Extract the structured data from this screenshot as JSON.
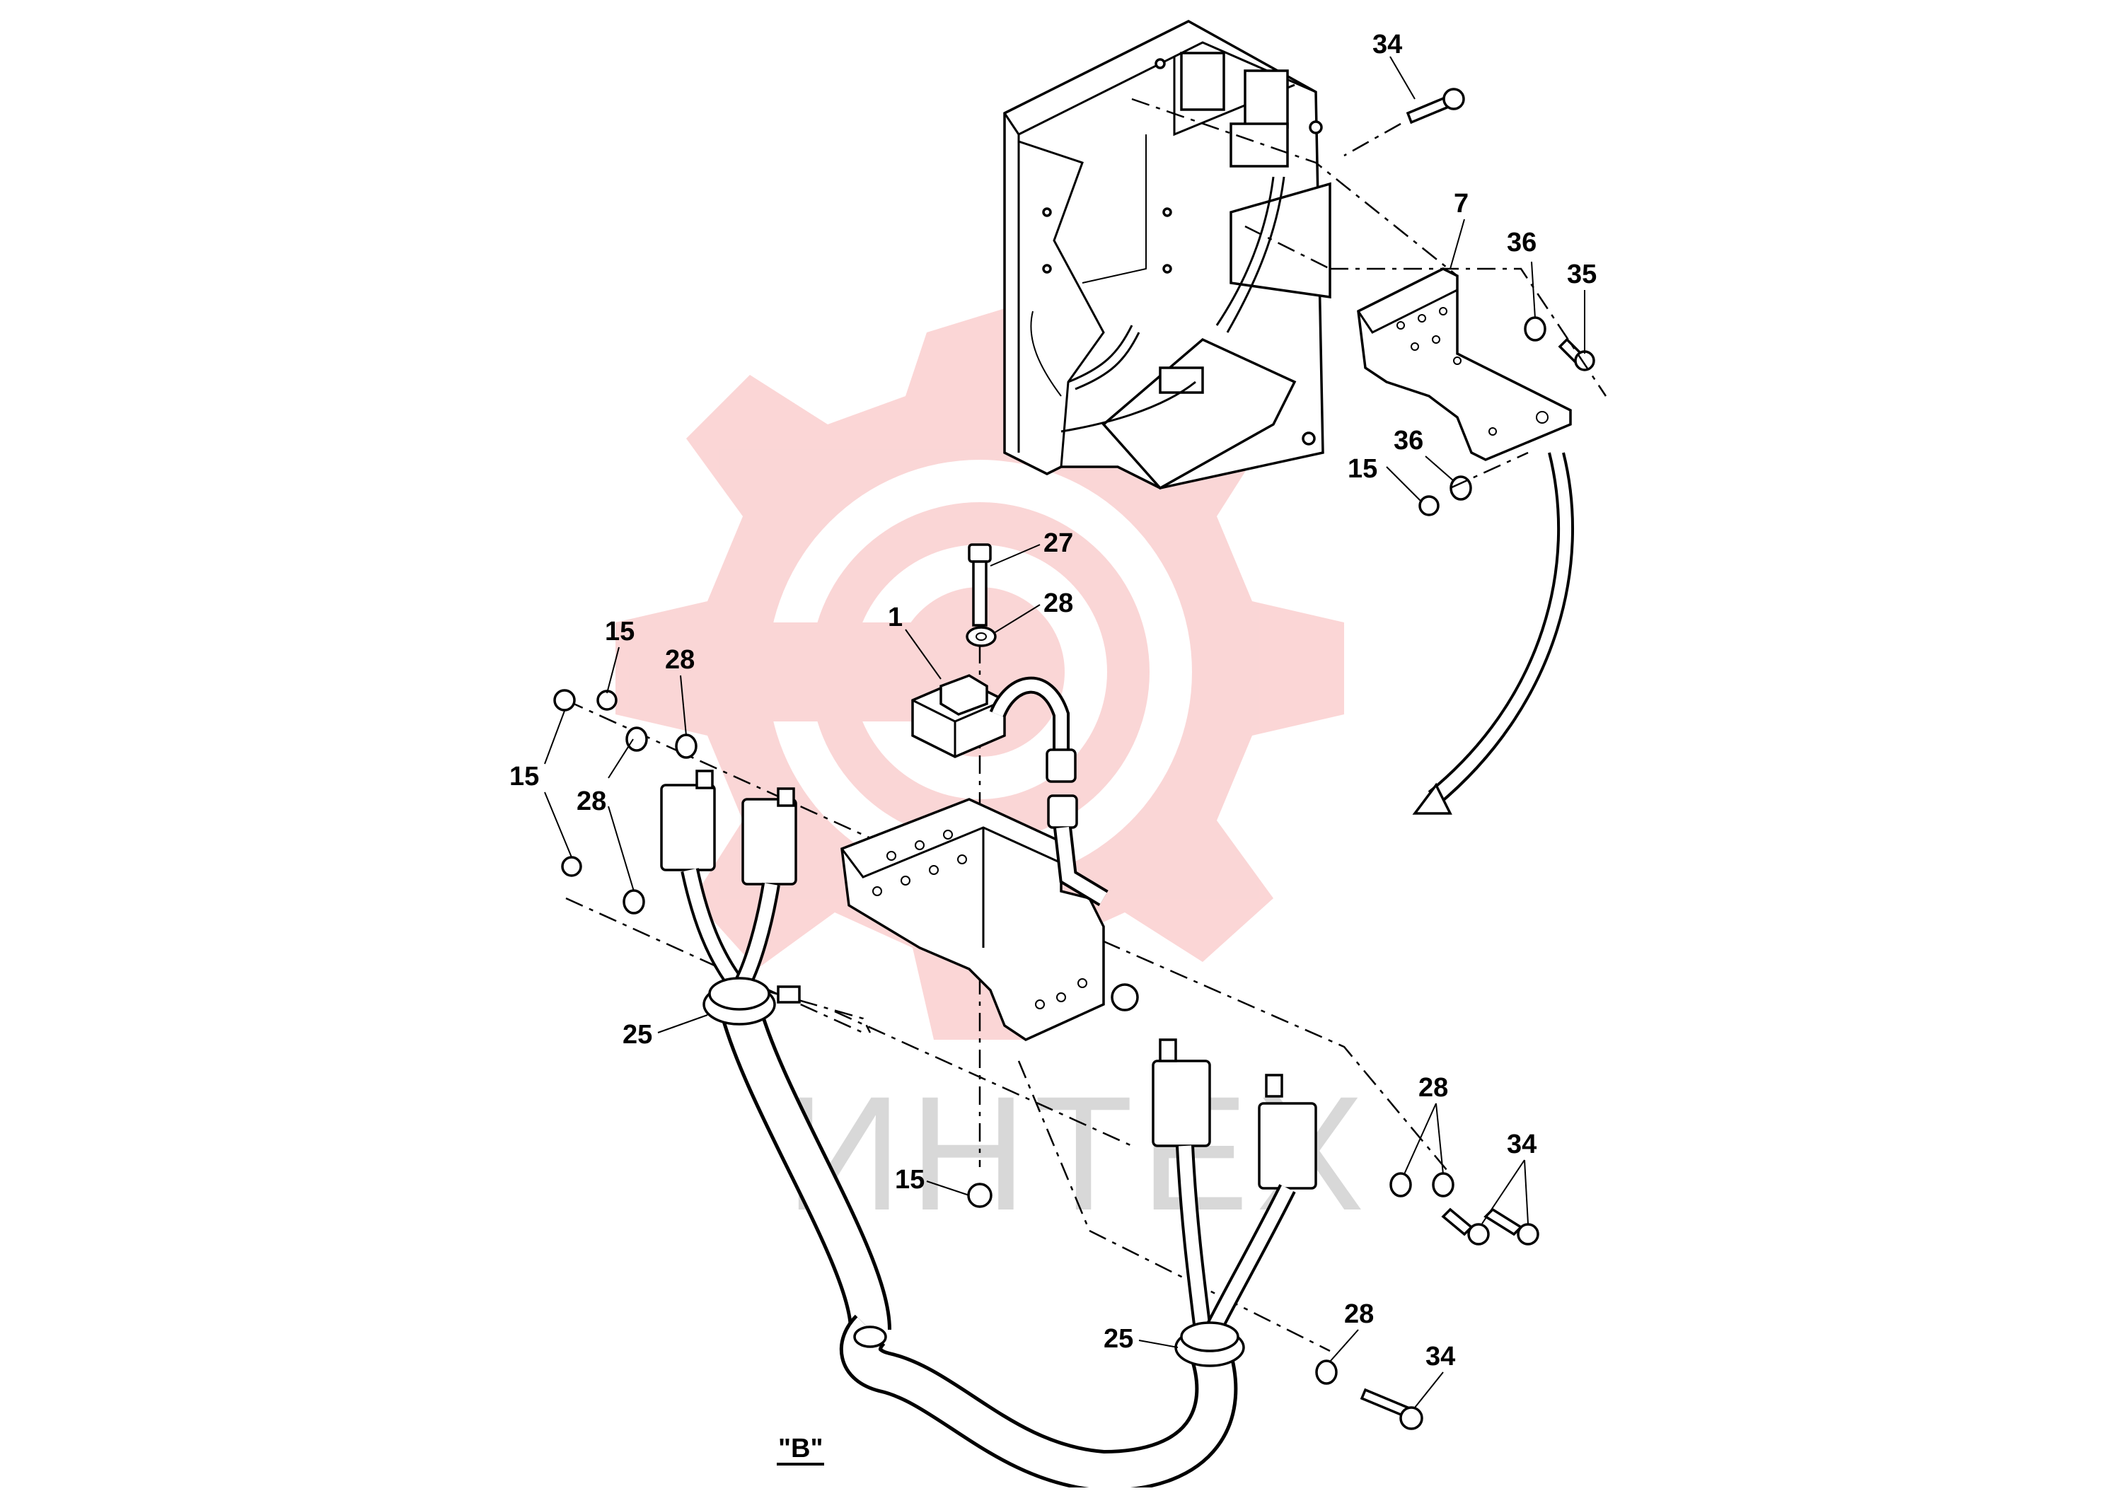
{
  "diagram": {
    "view_label": "\"B\"",
    "watermark_text": "ИНТЕХ",
    "colors": {
      "watermark_gear": "#f9c8c8",
      "watermark_text": "#d8d8d8",
      "line": "#000000"
    },
    "callouts": [
      {
        "id": "c-34-top",
        "label": "34"
      },
      {
        "id": "c-7",
        "label": "7"
      },
      {
        "id": "c-36-a",
        "label": "36"
      },
      {
        "id": "c-35",
        "label": "35"
      },
      {
        "id": "c-36-b",
        "label": "36"
      },
      {
        "id": "c-15-a",
        "label": "15"
      },
      {
        "id": "c-27",
        "label": "27"
      },
      {
        "id": "c-28-a",
        "label": "28"
      },
      {
        "id": "c-1",
        "label": "1"
      },
      {
        "id": "c-15-b",
        "label": "15"
      },
      {
        "id": "c-28-b",
        "label": "28"
      },
      {
        "id": "c-15-c",
        "label": "15"
      },
      {
        "id": "c-28-c",
        "label": "28"
      },
      {
        "id": "c-25-a",
        "label": "25"
      },
      {
        "id": "c-15-d",
        "label": "15"
      },
      {
        "id": "c-28-d",
        "label": "28"
      },
      {
        "id": "c-34-b",
        "label": "34"
      },
      {
        "id": "c-28-e",
        "label": "28"
      },
      {
        "id": "c-25-b",
        "label": "25"
      },
      {
        "id": "c-34-c",
        "label": "34"
      }
    ]
  }
}
